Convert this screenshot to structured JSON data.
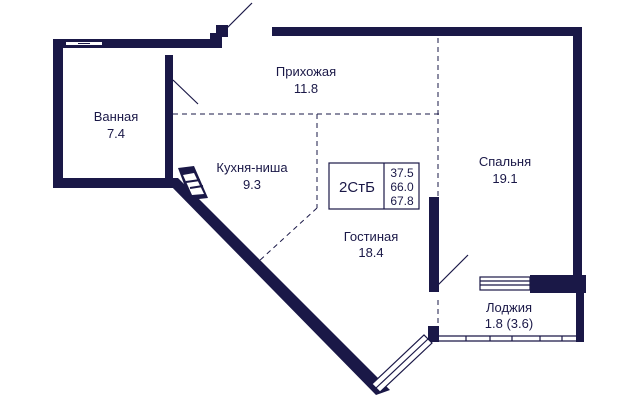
{
  "colors": {
    "wall": "#1a1847",
    "line": "#1a1847",
    "background": "#ffffff"
  },
  "rooms": {
    "hallway": {
      "name": "Прихожая",
      "area": "11.8"
    },
    "bathroom": {
      "name": "Ванная",
      "area": "7.4"
    },
    "kitchen": {
      "name": "Кухня-ниша",
      "area": "9.3"
    },
    "living": {
      "name": "Гостиная",
      "area": "18.4"
    },
    "bedroom": {
      "name": "Спальня",
      "area": "19.1"
    },
    "loggia": {
      "name": "Лоджия",
      "area": "1.8 (3.6)"
    }
  },
  "badge": {
    "type": "2СтБ",
    "areas": [
      "37.5",
      "66.0",
      "67.8"
    ]
  }
}
